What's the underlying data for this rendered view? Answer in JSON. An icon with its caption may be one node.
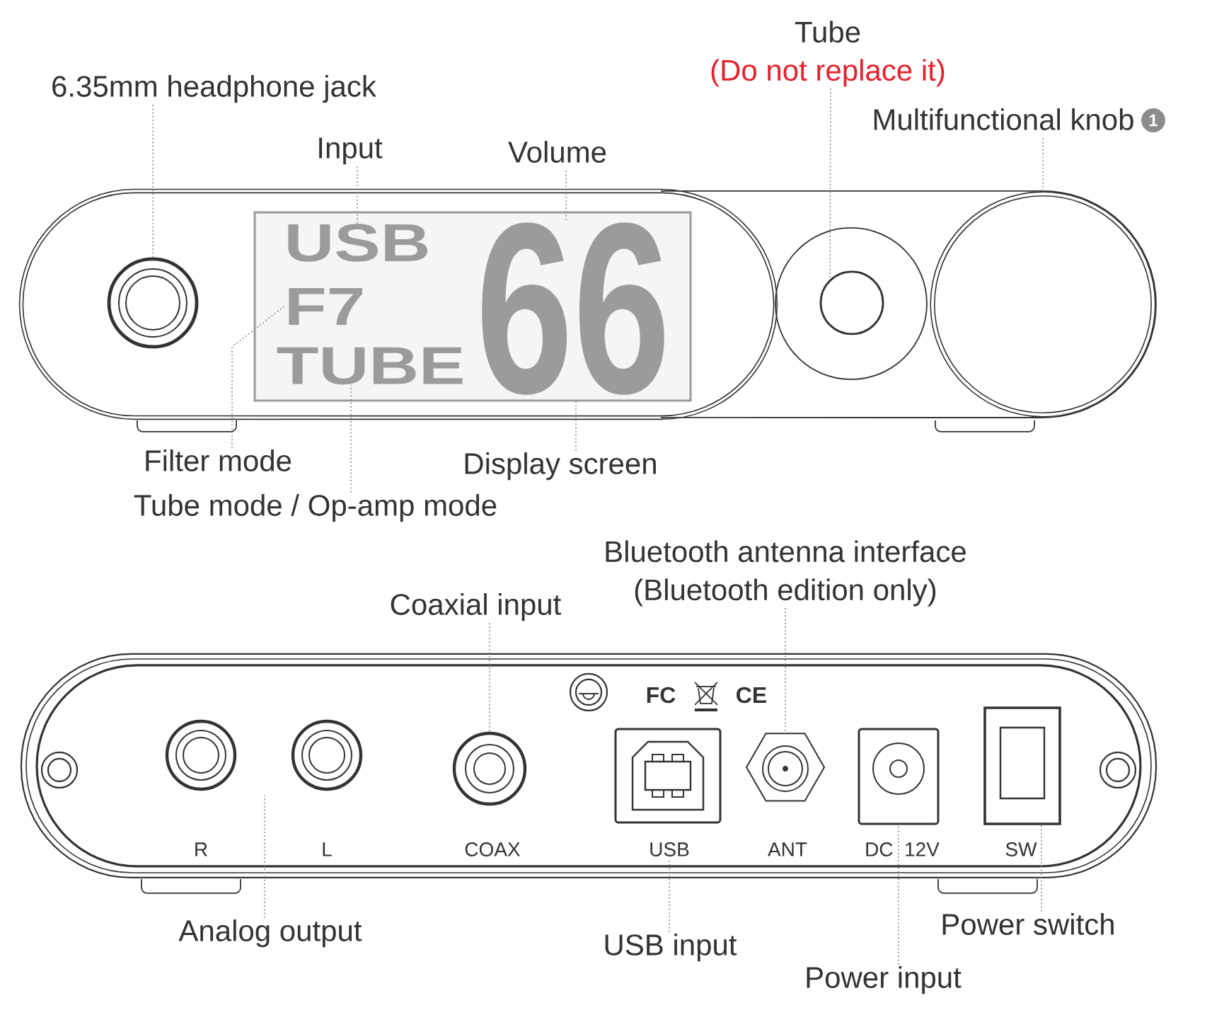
{
  "diagram": {
    "nodes": [
      {
        "text": [
          "Tube",
          "(Do not replace it)"
        ]
      },
      {
        "text": [
          "6.35mm headphone jack"
        ]
      },
      {
        "text": [
          "Multifunctional knob"
        ],
        "beside": [
          "1"
        ]
      },
      {
        "text": [
          "Input"
        ]
      },
      {
        "text": [
          "Volume"
        ]
      },
      {
        "text": [],
        "shape": "circle"
      },
      {
        "text": [],
        "shape": "box"
      },
      {
        "text": [
          "USB"
        ],
        "in": 6
      },
      {
        "text": [
          "F7"
        ],
        "in": 6
      },
      {
        "text": [
          "TUBE"
        ],
        "in": 6
      },
      {
        "text": [
          "66"
        ],
        "in": 6
      },
      {
        "text": [],
        "shape": "circle"
      },
      {
        "text": [],
        "shape": "circle"
      },
      {
        "text": [
          "Filter mode"
        ]
      },
      {
        "text": [
          "Display screen"
        ]
      },
      {
        "text": [
          "Tube mode / Op-amp mode"
        ]
      },
      {
        "text": [
          "Bluetooth antenna interface",
          "(Bluetooth edition only)"
        ]
      },
      {
        "text": [
          "Coaxial input"
        ]
      },
      {
        "text": [],
        "shape": "circle"
      },
      {
        "text": [],
        "shape": "circle"
      },
      {
        "text": [],
        "shape": "circle"
      },
      {
        "text": [],
        "shape": "box"
      },
      {
        "text": [],
        "shape": "hexagon"
      },
      {
        "text": [],
        "shape": "box"
      },
      {
        "text": [],
        "shape": "box"
      },
      {
        "text": [
          "USB"
        ]
      },
      {
        "text": [
          "Analog output"
        ]
      },
      {
        "text": [
          "Power switch"
        ]
      },
      {
        "text": [
          "USB input"
        ]
      },
      {
        "text": [
          "Power input"
        ]
      }
    ],
    "edges": [
      {
        "from": 1,
        "to": 5,
        "arrow": "none"
      },
      {
        "from": 3,
        "to": 7,
        "arrow": "none"
      },
      {
        "from": 4,
        "to": 10,
        "arrow": "none"
      },
      {
        "from": 0,
        "to": 11,
        "arrow": "none"
      },
      {
        "from": 2,
        "to": 12,
        "arrow": "none"
      },
      {
        "from": 13,
        "to": 8,
        "arrow": "none"
      },
      {
        "from": 14,
        "to": 6,
        "arrow": "none"
      },
      {
        "from": 15,
        "to": 9,
        "arrow": "none"
      },
      {
        "from": 17,
        "to": 20,
        "arrow": "none"
      },
      {
        "from": 16,
        "to": 22,
        "arrow": "none"
      },
      {
        "from": 26,
        "to": null,
        "arrow": "none"
      },
      {
        "from": 28,
        "to": 25,
        "arrow": "none"
      },
      {
        "from": 29,
        "to": 23,
        "arrow": "none"
      },
      {
        "from": 27,
        "to": 24,
        "arrow": "none"
      }
    ],
    "labels": [
      "FC",
      "CE",
      "R",
      "L",
      "COAX",
      "ANT",
      "DC 12V",
      "SW"
    ]
  }
}
